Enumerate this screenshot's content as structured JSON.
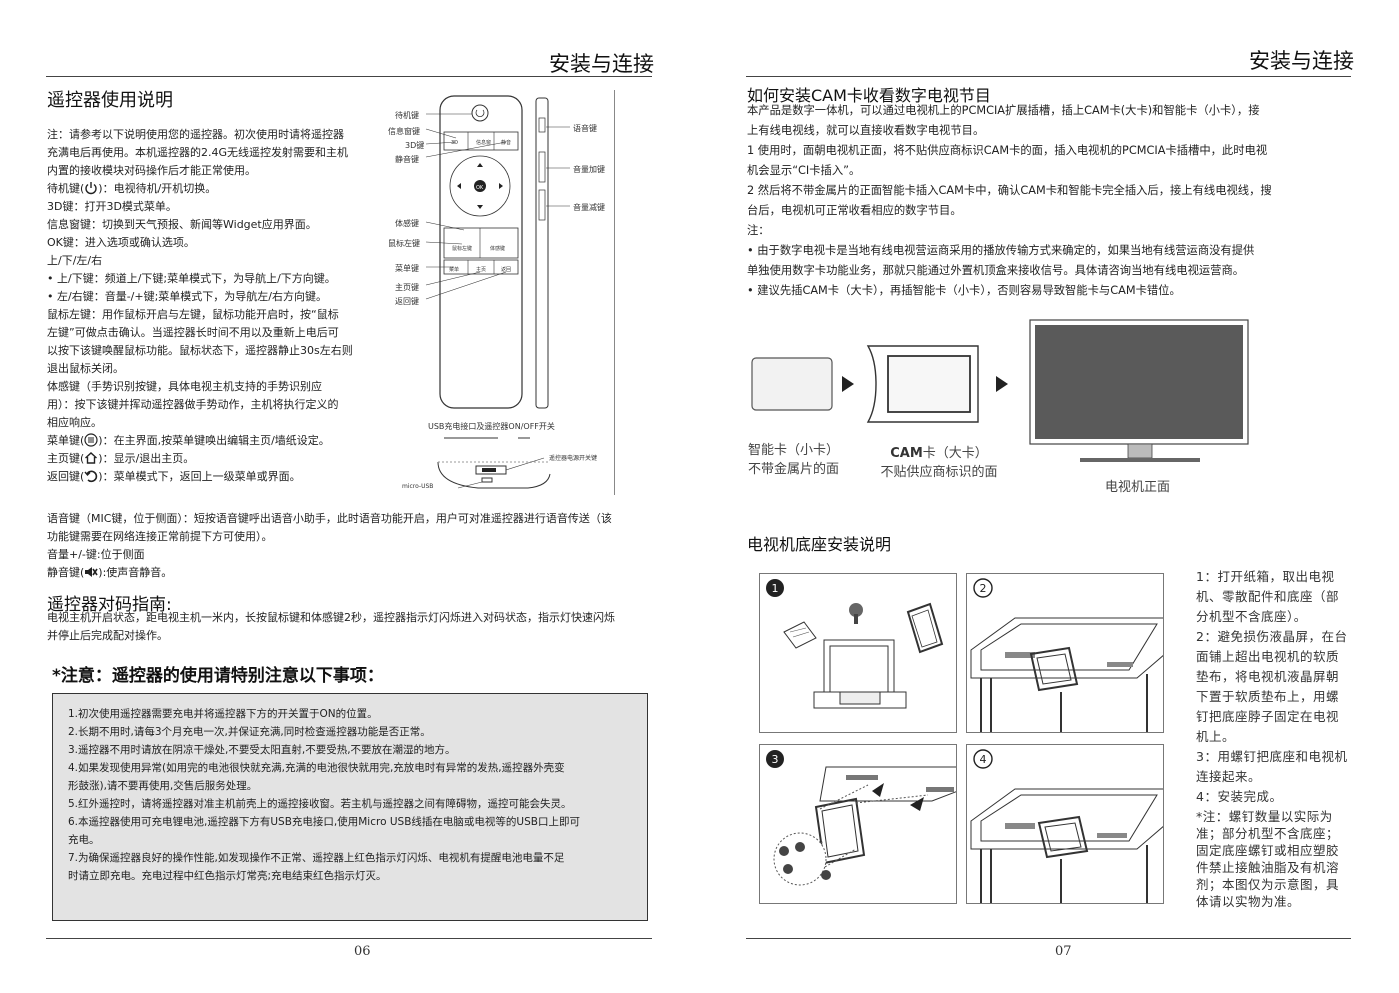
{
  "left": {
    "header": "安装与连接",
    "page_number": "06",
    "remote_title": "遥控器使用说明",
    "intro": [
      "注：请参考以下说明使用您的遥控器。初次使用时请将遥控器",
      "充满电后再使用。本机遥控器的2.4G无线遥控发射需要和主机",
      "内置的接收模块对码操作后才能正常使用。"
    ],
    "standby_label": "待机键(",
    "standby_desc": ")：电视待机/开机切换。",
    "key_3d": "3D键：打开3D模式菜单。",
    "key_info": "信息窗键：切换到天气预报、新闻等Widget应用界面。",
    "key_ok": "OK键：进入选项或确认选项。",
    "key_dir": "上/下/左/右",
    "dir_updown": "• 上/下键：频道上/下键;菜单模式下，为导航上/下方向键。",
    "dir_leftright": "• 左/右键：音量-/+键;菜单模式下，为导航左/右方向键。",
    "mouse": [
      "鼠标左键：用作鼠标开启与左键，鼠标功能开启时，按“鼠标",
      "左键”可做点击确认。当遥控器长时间不用以及重新上电后可",
      "以按下该键唤醒鼠标功能。鼠标状态下，遥控器静止30s左右则",
      "退出鼠标关闭。"
    ],
    "gesture": [
      "体感键（手势识别按键，具体电视主机支持的手势识别应",
      "用）：按下该键并挥动遥控器做手势动作，主机将执行定义的",
      "相应响应。"
    ],
    "menu_label": "菜单键(",
    "menu_desc": ")：在主界面,按菜单键唤出编辑主页/墙纸设定。",
    "home_label": "主页键(",
    "home_desc": ")：显示/退出主页。",
    "back_label": "返回键(",
    "back_desc": ")：菜单模式下，返回上一级菜单或界面。",
    "voice": [
      "语音键（MIC键，位于侧面）：短按语音键呼出语音小助手，此时语音功能开启，用户可对准遥控器进行语音传送（该",
      "功能键需要在网络连接正常前提下方可使用）。"
    ],
    "volume": "音量+/-键:位于侧面",
    "mute_label": "静音键(",
    "mute_desc": "):使声音静音。",
    "pair_title": "遥控器对码指南:",
    "pair": [
      "电视主机开启状态，距电视主机一米内，长按鼠标键和体感键2秒，遥控器指示灯闪烁进入对码状态，指示灯快速闪烁",
      "并停止后完成配对操作。"
    ],
    "notice_title": "*注意：遥控器的使用请特别注意以下事项：",
    "notice_lines": [
      "1.初次使用遥控器需要充电并将遥控器下方的开关置于ON的位置。",
      "2.长期不用时,请每3个月充电一次,并保证充满,同时检查遥控器功能是否正常。",
      "3.遥控器不用时请放在阴凉干燥处,不要受太阳直射,不要受热,不要放在潮湿的地方。",
      "4.如果发现使用异常(如用完的电池很快就充满,充满的电池很快就用完,充放电时有异常的发热,遥控器外壳变",
      "形鼓涨),请不要再使用,交售后服务处理。",
      "5.红外遥控时，请将遥控器对准主机前壳上的遥控接收窗。若主机与遥控器之间有障碍物，遥控可能会失灵。",
      "6.本遥控器使用可充电锂电池,遥控器下方有USB充电接口,使用Micro USB线插在电脑或电视等的USB口上即可",
      "充电。",
      "7.为确保遥控器良好的操作性能,如发现操作不正常、遥控器上红色指示灯闪烁、电视机有提醒电池电量不足",
      "时请立即充电。充电过程中红色指示灯常亮;充电结束红色指示灯灭。"
    ],
    "remote_labels": {
      "standby": "待机键",
      "info": "信息窗键",
      "key3d": "3D键",
      "mute": "静音键",
      "gesture": "体感键",
      "mouse": "鼠标左键",
      "menu": "菜单键",
      "home": "主页键",
      "back": "返回键",
      "voice": "语音键",
      "vol_up": "音量加键",
      "vol_down": "音量减键",
      "usb": "USB充电接口及遥控器ON/OFF开关",
      "switch": "遥控器电源开关键",
      "micro": "micro-USB",
      "btn_3d": "3D",
      "btn_info": "信息窗",
      "btn_mute": "静音",
      "btn_mouse": "鼠标左键",
      "btn_gesture": "体感键",
      "btn_menu": "菜单",
      "btn_home": "主页",
      "btn_back": "返回",
      "btn_ok": "OK"
    }
  },
  "right": {
    "header": "安装与连接",
    "page_number": "07",
    "cam_title": "如何安装CAM卡收看数字电视节目",
    "cam_lines": [
      "本产品是数字一体机，可以通过电视机上的PCMCIA扩展插槽，插上CAM卡(大卡)和智能卡（小卡），接",
      "上有线电视线，就可以直接收看数字电视节目。",
      "1 使用时，面朝电视机正面，将不贴供应商标识CAM卡的面，插入电视机的PCMCIA卡插槽中，此时电视",
      "机会显示“CI卡插入”。",
      "2 然后将不带金属片的正面智能卡插入CAM卡中，确认CAM卡和智能卡完全插入后，接上有线电视线，搜",
      "台后，电视机可正常收看相应的数字节目。",
      "注：",
      "• 由于数字电视卡是当地有线电视营运商采用的播放传输方式来确定的，如果当地有线营运商没有提供",
      "单独使用数字卡功能业务，那就只能通过外置机顶盒来接收信号。具体请咨询当地有线电视运营商。",
      "• 建议先插CAM卡（大卡），再插智能卡（小卡），否则容易导致智能卡与CAM卡错位。"
    ],
    "smart_caption": [
      "智能卡（小卡）",
      "不带金属片的面"
    ],
    "cam_caption_bold": "CAM",
    "cam_caption_rest": "卡（大卡）",
    "cam_caption_line2": "不贴供应商标识的面",
    "tv_caption": "电视机正面",
    "stand_title": "电视机底座安装说明",
    "steps": [
      "1：打开纸箱，取出电视",
      "机、零散配件和底座（部",
      "分机型不含底座）。",
      "2：避免损伤液晶屏，在台",
      "面铺上超出电视机的软质",
      "垫布，将电视机液晶屏朝",
      "下置于软质垫布上，用螺",
      "钉把底座脖子固定在电视",
      "机上。",
      "3：用螺钉把底座和电视机",
      "连接起来。",
      "4：安装完成。"
    ],
    "steps_note": [
      "*注：螺钉数量以实际为",
      "准；部分机型不含底座；",
      "固定底座螺钉或相应塑胶",
      "件禁止接触油脂及有机溶",
      "剂；本图仅为示意图，具",
      "体请以实物为准。"
    ],
    "panel_numbers": [
      "1",
      "2",
      "3",
      "4"
    ]
  },
  "colors": {
    "notice_bg": "#e3e3e3",
    "screen": "#5a5a5a",
    "line": "#444444"
  }
}
